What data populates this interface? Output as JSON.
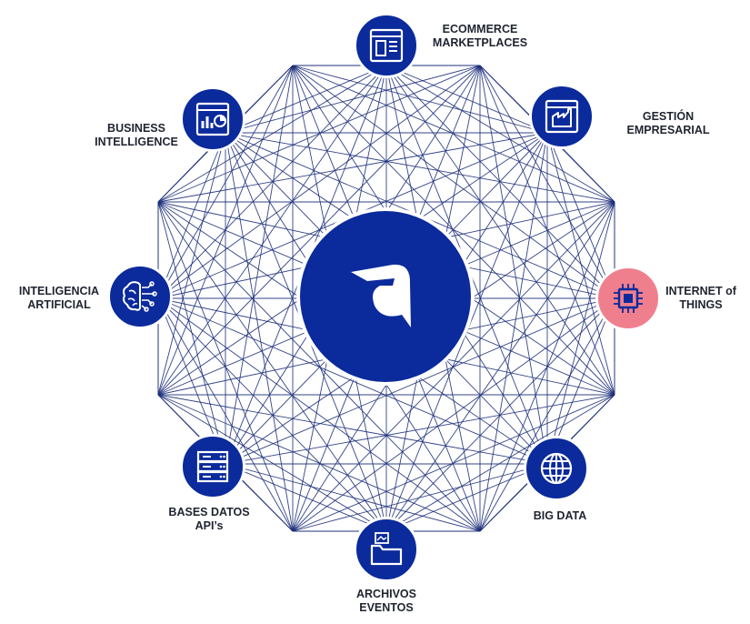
{
  "colors": {
    "primary": "#0b2a9c",
    "accent": "#f07f8e",
    "line": "#1d2f7a",
    "label": "#1f2430",
    "icon_stroke": "#ffffff"
  },
  "center": {
    "icon": "brand-logo-icon"
  },
  "nodes": [
    {
      "id": "ecommerce",
      "icon": "storefront-window-icon",
      "label_lines": [
        "ECOMMERCE",
        "MARKETPLACES"
      ]
    },
    {
      "id": "gestion",
      "icon": "factory-window-icon",
      "label_lines": [
        "GESTIÓN",
        "EMPRESARIAL"
      ]
    },
    {
      "id": "iot",
      "icon": "microchip-icon",
      "label_lines": [
        "INTERNET of",
        "THINGS"
      ],
      "highlight": true
    },
    {
      "id": "bigdata",
      "icon": "globe-icon",
      "label_lines": [
        "BIG DATA"
      ]
    },
    {
      "id": "archivos",
      "icon": "folder-icon",
      "label_lines": [
        "ARCHIVOS",
        "EVENTOS"
      ]
    },
    {
      "id": "bases",
      "icon": "server-icon",
      "label_lines": [
        "BASES DATOS",
        "API’s"
      ]
    },
    {
      "id": "ia",
      "icon": "brain-circuit-icon",
      "label_lines": [
        "INTELIGENCIA",
        "ARTIFICIAL"
      ]
    },
    {
      "id": "bi",
      "icon": "dashboard-window-icon",
      "label_lines": [
        "BUSINESS",
        "INTELLIGENCE"
      ]
    }
  ]
}
